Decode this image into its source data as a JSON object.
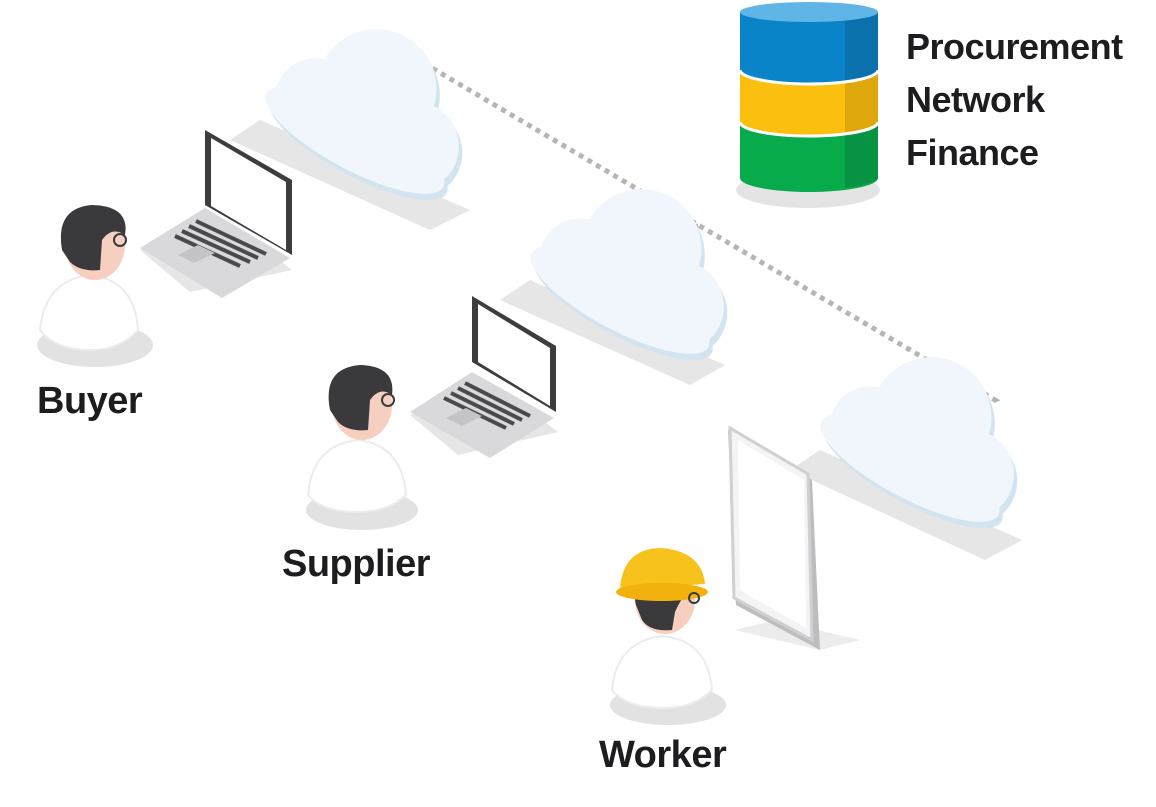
{
  "legend": {
    "items": [
      {
        "label": "Procurement",
        "color": "#0a84c8"
      },
      {
        "label": "Network",
        "color": "#fbbf10"
      },
      {
        "label": "Finance",
        "color": "#08ab4c"
      }
    ]
  },
  "roles": {
    "buyer": "Buyer",
    "supplier": "Supplier",
    "worker": "Worker"
  },
  "colors": {
    "cloud_fill": "#f0f6fb",
    "cloud_edge": "#d3e4f1",
    "hair": "#3a3a3c",
    "skin": "#f6cfc0",
    "helmet": "#f6c21b",
    "connector": "#b5b5b5"
  }
}
